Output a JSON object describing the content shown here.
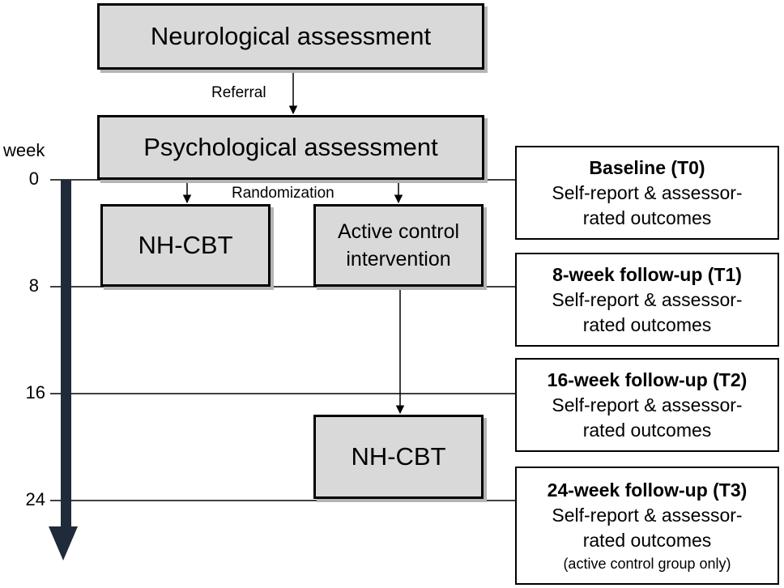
{
  "boxes": {
    "neuro": "Neurological assessment",
    "psych": "Psychological assessment",
    "nhcbt_a": "NH-CBT",
    "active_l1": "Active control",
    "active_l2": "intervention",
    "nhcbt_b": "NH-CBT"
  },
  "labels": {
    "referral": "Referral",
    "randomization": "Randomization"
  },
  "axis": {
    "title": "week",
    "ticks": [
      "0",
      "8",
      "16",
      "24"
    ]
  },
  "outcomes": [
    {
      "title": "Baseline (T0)",
      "line1": "Self-report & assessor-",
      "line2": "rated outcomes"
    },
    {
      "title": "8-week follow-up (T1)",
      "line1": "Self-report & assessor-",
      "line2": "rated outcomes"
    },
    {
      "title": "16-week follow-up (T2)",
      "line1": "Self-report & assessor-",
      "line2": "rated outcomes"
    },
    {
      "title": "24-week follow-up (T3)",
      "line1": "Self-report & assessor-",
      "line2": "rated outcomes",
      "note": "(active control group only)"
    }
  ],
  "colors": {
    "box_fill": "#d9d9d9",
    "timeline_arrow": "#1f2a3a"
  }
}
